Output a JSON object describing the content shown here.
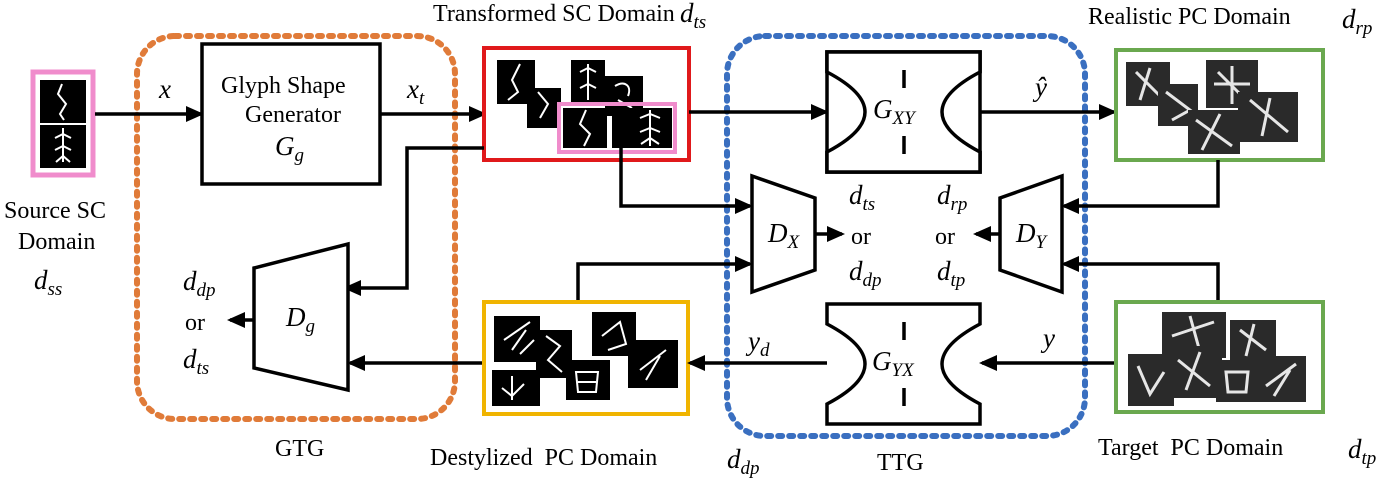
{
  "labels": {
    "source_sc": "Source SC",
    "source_domain": "Domain",
    "source_sym": "d",
    "source_sub": "ss",
    "x": "x",
    "generator_line1": "Glyph Shape",
    "generator_line2": "Generator",
    "generator_sym": "G",
    "generator_sub": "g",
    "xt": "x",
    "xt_sub": "t",
    "transformed_domain": "Transformed SC Domain",
    "dts": "d",
    "dts_sub": "ts",
    "gxy": "G",
    "gxy_sub": "XY",
    "yhat": "ŷ",
    "realistic_domain": "Realistic PC Domain",
    "drp": "d",
    "drp_sub": "rp",
    "dx": "D",
    "dx_sub": "X",
    "dx_out1": "d",
    "dx_out1_sub": "ts",
    "or": "or",
    "dx_out2": "d",
    "dx_out2_sub": "dp",
    "dy": "D",
    "dy_sub": "Y",
    "dy_out1": "d",
    "dy_out1_sub": "rp",
    "dy_out2": "d",
    "dy_out2_sub": "tp",
    "dg": "D",
    "dg_sub": "g",
    "dg_out1": "d",
    "dg_out1_sub": "dp",
    "dg_out2": "d",
    "dg_out2_sub": "ts",
    "gyx": "G",
    "gyx_sub": "YX",
    "yd": "y",
    "yd_sub": "d",
    "y": "y",
    "gtg": "GTG",
    "destylized_domain": "Destylized  PC Domain",
    "ddp": "d",
    "ddp_sub": "dp",
    "ttg": "TTG",
    "target_domain": "Target  PC Domain",
    "dtp": "d",
    "dtp_sub": "tp"
  },
  "colors": {
    "gtg_border": "#e07b39",
    "ttg_border": "#3a6fc0",
    "source_border": "#f08ccc",
    "transformed_border": "#e0191b",
    "realistic_border": "#6aa84f",
    "destylized_border": "#f0b400",
    "target_border": "#6aa84f"
  }
}
